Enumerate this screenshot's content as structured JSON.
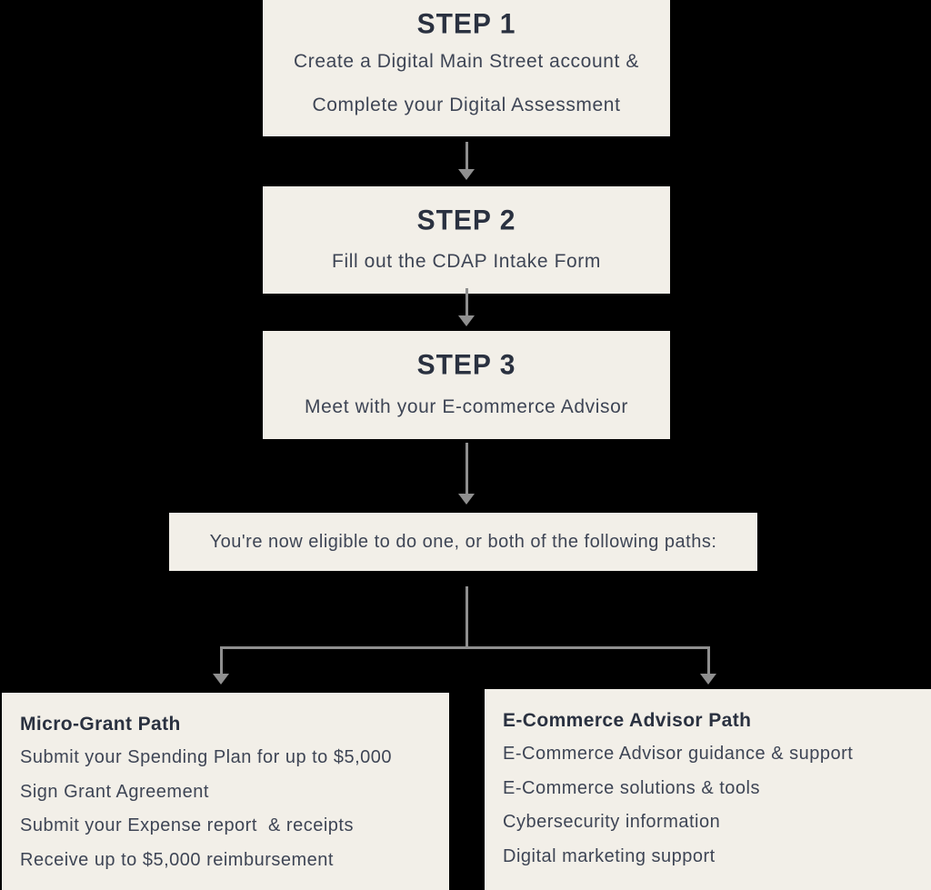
{
  "diagram": {
    "type": "flowchart",
    "colors": {
      "background": "#000000",
      "box_background": "#f2efe8",
      "title_text": "#2a3140",
      "body_text": "#3e4555",
      "arrow": "#8f8f8f"
    },
    "steps": [
      {
        "title": "STEP 1",
        "lines": [
          "Create a Digital Main Street account &",
          "Complete your Digital Assessment"
        ]
      },
      {
        "title": "STEP 2",
        "lines": [
          "Fill out the CDAP Intake Form"
        ]
      },
      {
        "title": "STEP 3",
        "lines": [
          "Meet with your E-commerce Advisor"
        ]
      }
    ],
    "eligibility": {
      "text": "You're now eligible to do one, or both of the following paths:"
    },
    "paths": [
      {
        "title": "Micro-Grant Path",
        "items": [
          "Submit your Spending Plan for up to $5,000",
          "Sign Grant Agreement",
          "Submit your Expense report  & receipts",
          "Receive up to $5,000 reimbursement"
        ]
      },
      {
        "title": "E-Commerce Advisor Path",
        "items": [
          "E-Commerce Advisor guidance & support",
          "E-Commerce solutions & tools",
          "Cybersecurity information",
          "Digital marketing support"
        ]
      }
    ]
  }
}
